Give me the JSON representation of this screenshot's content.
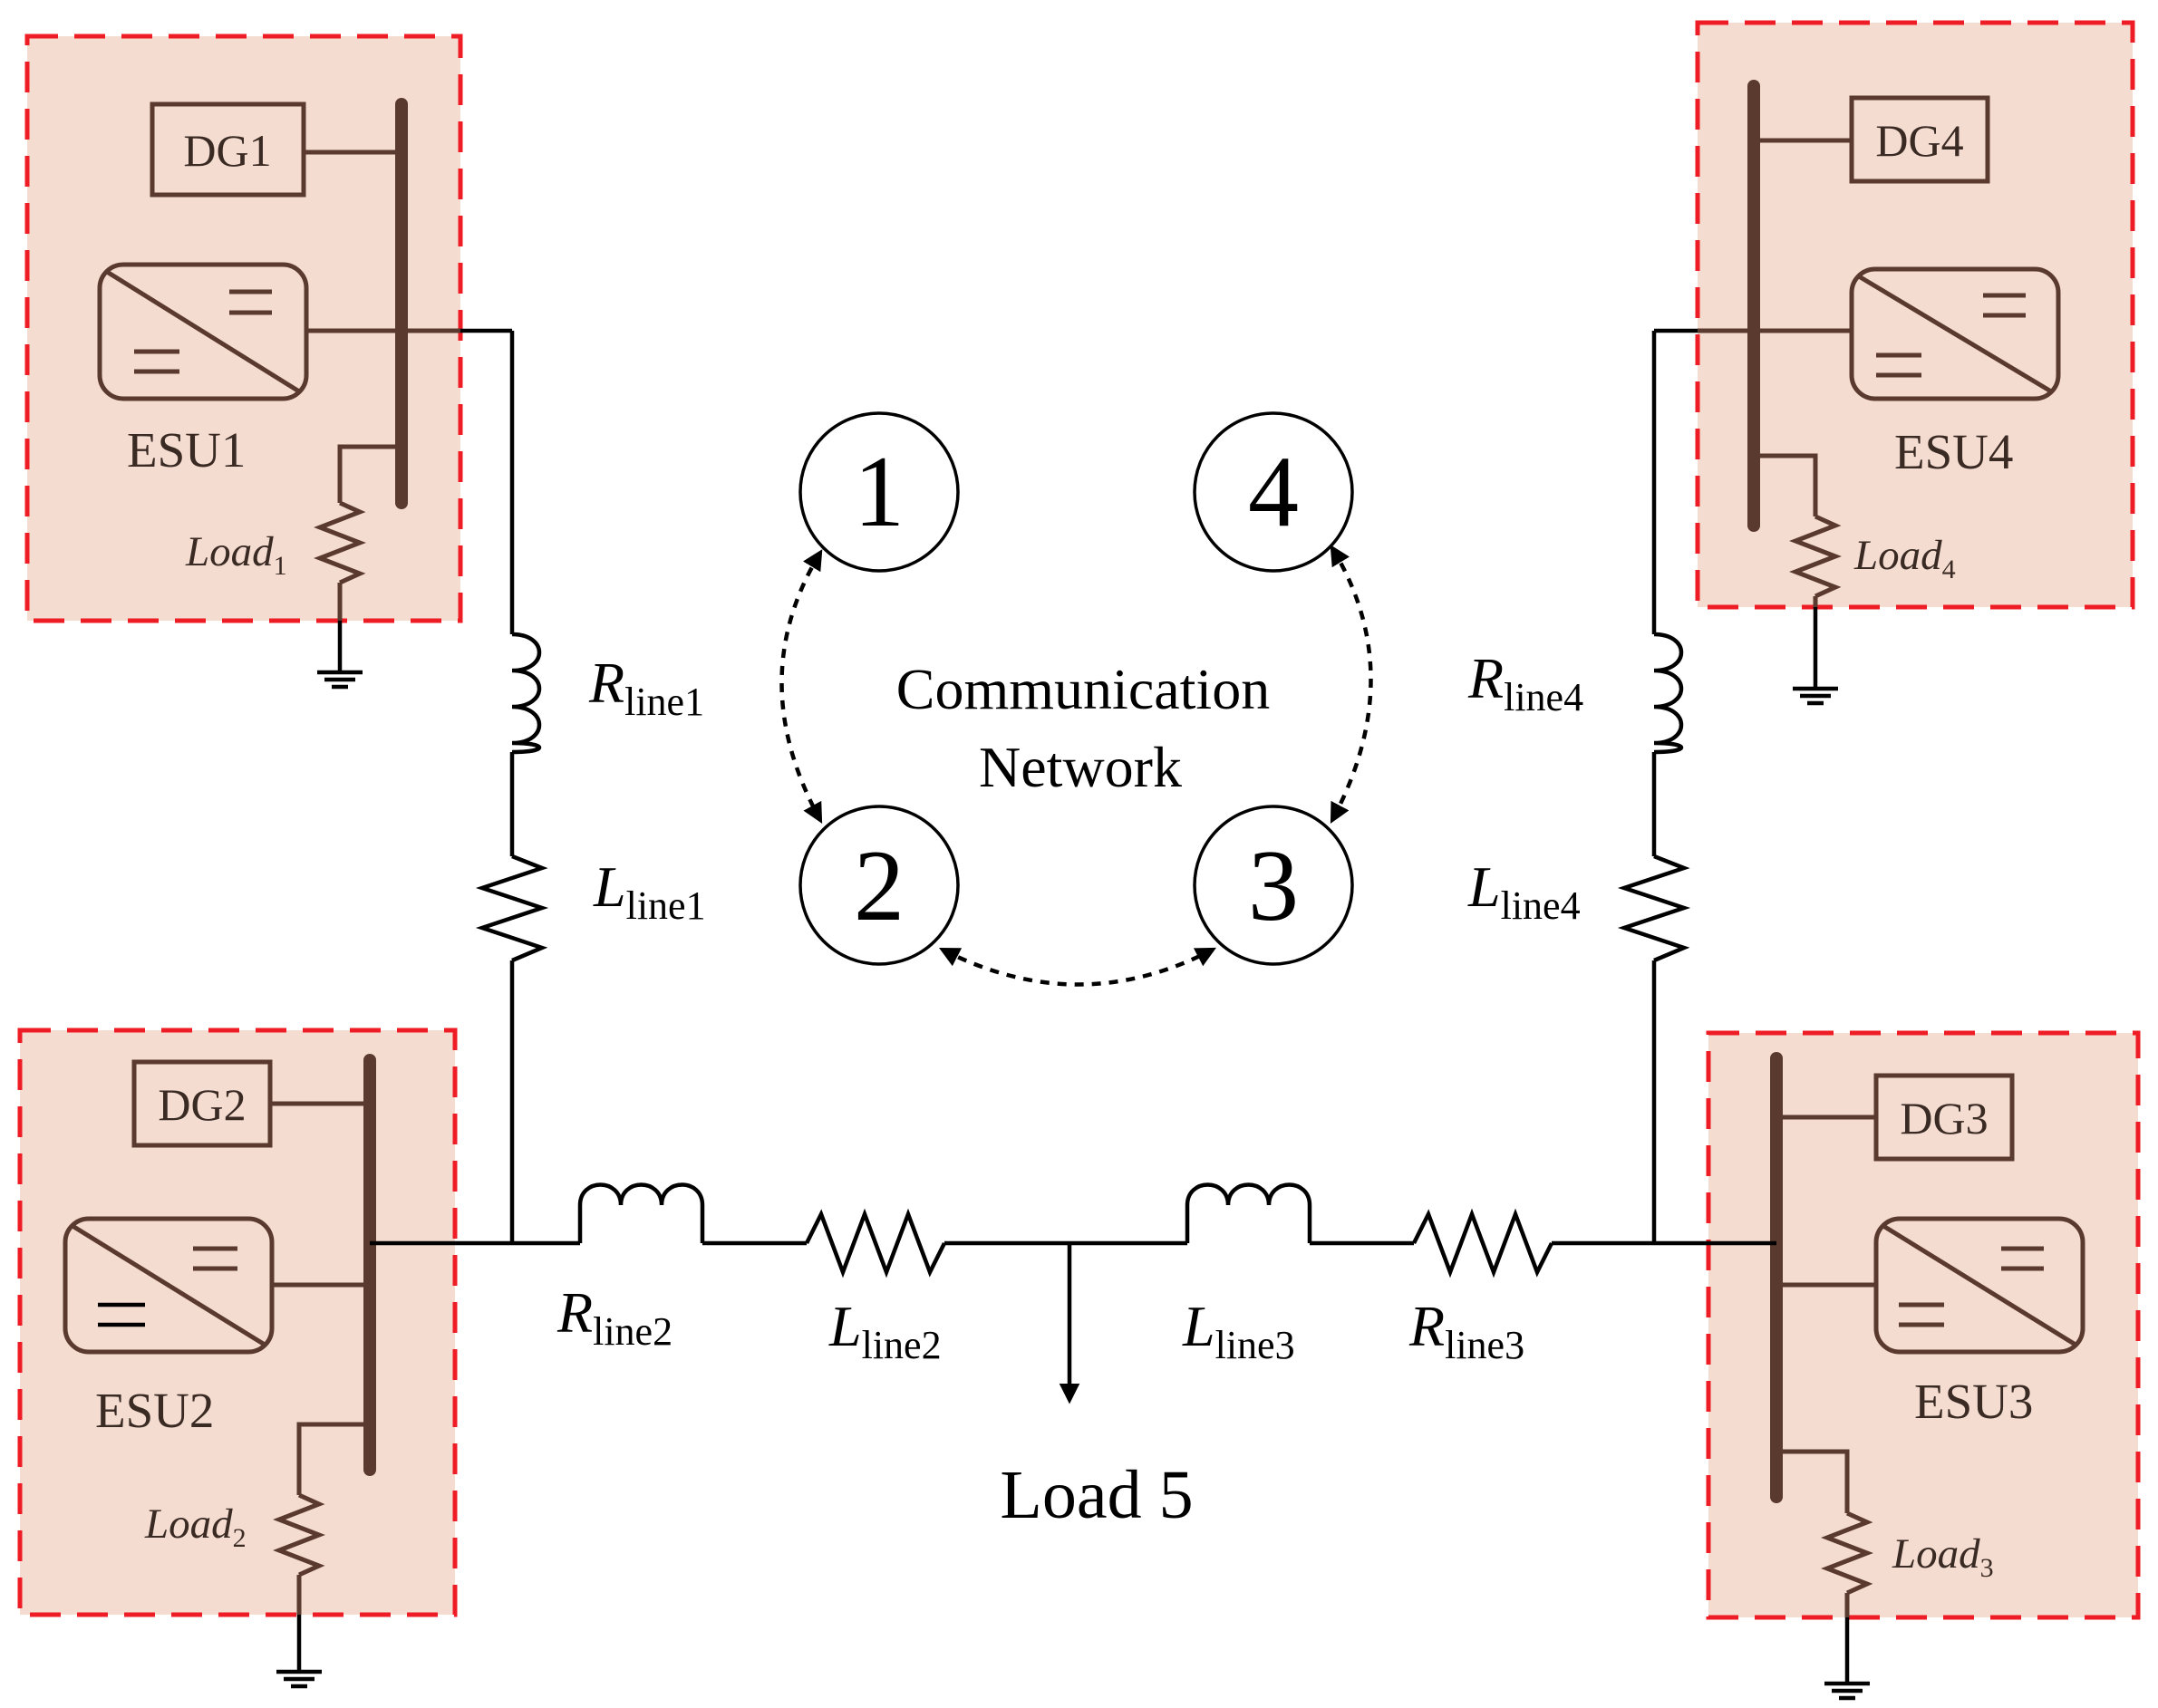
{
  "units": [
    {
      "dg": "DG1",
      "esu": "ESU1",
      "load_base": "Load",
      "load_sub": "1"
    },
    {
      "dg": "DG2",
      "esu": "ESU2",
      "load_base": "Load",
      "load_sub": "2"
    },
    {
      "dg": "DG3",
      "esu": "ESU3",
      "load_base": "Load",
      "load_sub": "3"
    },
    {
      "dg": "DG4",
      "esu": "ESU4",
      "load_base": "Load",
      "load_sub": "4"
    }
  ],
  "lines": {
    "r1": {
      "base": "R",
      "sub": "line1"
    },
    "l1": {
      "base": "L",
      "sub": "line1"
    },
    "r2": {
      "base": "R",
      "sub": "line2"
    },
    "l2": {
      "base": "L",
      "sub": "line2"
    },
    "l3": {
      "base": "L",
      "sub": "line3"
    },
    "r3": {
      "base": "R",
      "sub": "line3"
    },
    "r4": {
      "base": "R",
      "sub": "line4"
    },
    "l4": {
      "base": "L",
      "sub": "line4"
    }
  },
  "nodes": [
    "1",
    "2",
    "3",
    "4"
  ],
  "communication": {
    "line1": "Communication",
    "line2": "Network"
  },
  "load5": "Load 5",
  "colors": {
    "unit_fill": "#f5dcd0",
    "unit_border": "#ee1c25",
    "bus": "#5a3a2e",
    "wire": "#000000"
  }
}
